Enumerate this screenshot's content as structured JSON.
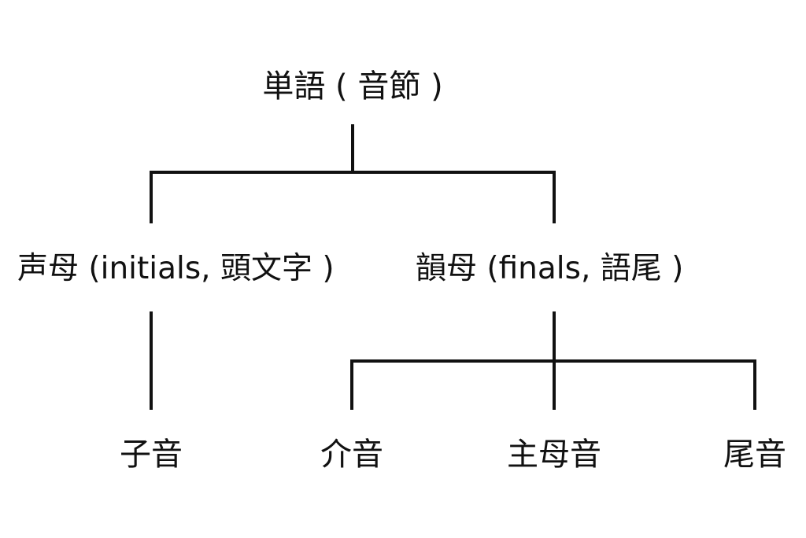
{
  "diagram": {
    "root": "単語 ( 音節 )",
    "level1": [
      "声母 (initials, 頭文字 )",
      "韻母 (finals, 語尾 )"
    ],
    "level2": [
      "子音",
      "介音",
      "主母音",
      "尾音"
    ]
  },
  "colors": {
    "line": "#111111",
    "text": "#111111",
    "background": "#ffffff"
  }
}
